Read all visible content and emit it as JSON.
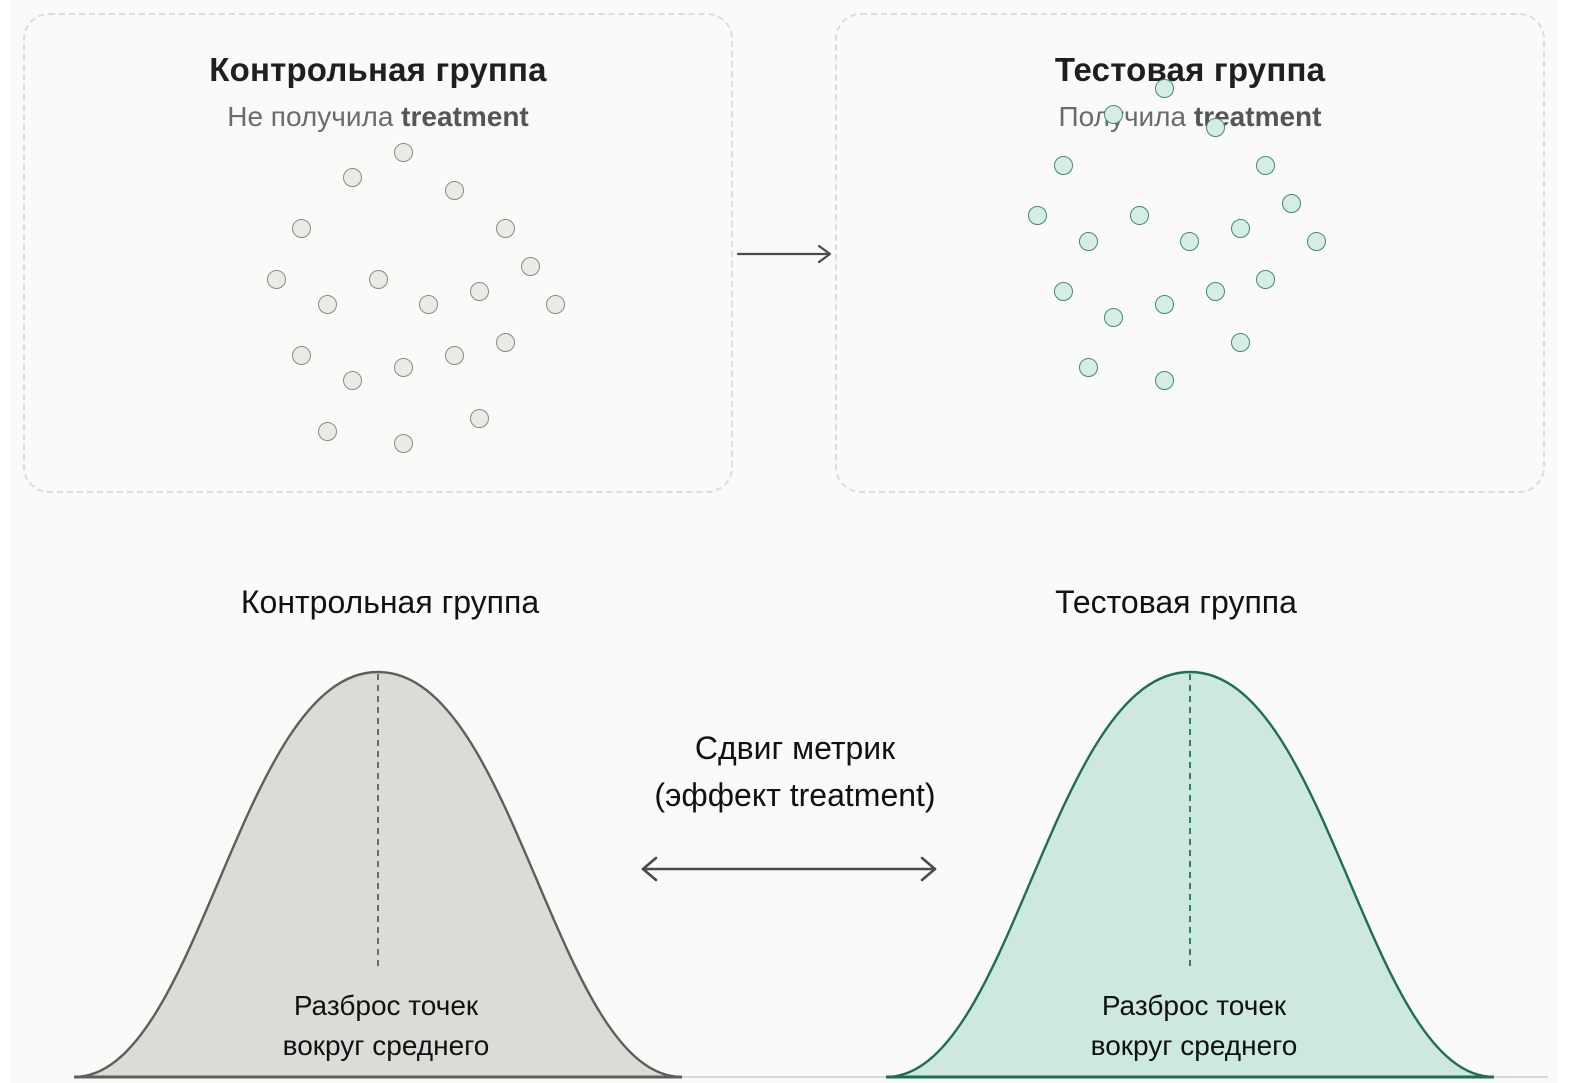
{
  "top": {
    "control": {
      "title": "Контрольная группа",
      "subtitle_prefix": "Не получила",
      "subtitle_term": "treatment"
    },
    "test": {
      "title": "Тестовая группа",
      "subtitle_prefix": "Получила",
      "subtitle_term": "treatment"
    }
  },
  "bottom": {
    "control_title": "Контрольная группа",
    "test_title": "Тестовая группа",
    "control_label_line1": "Разброс точек",
    "control_label_line2": "вокруг среднего",
    "test_label_line1": "Разброс точек",
    "test_label_line2": "вокруг среднего",
    "shift_line1": "Сдвиг метрик",
    "shift_line2": "(эффект treatment)"
  },
  "colors": {
    "control_fill": "#dcdcd7",
    "control_stroke": "#5e5e5b",
    "test_fill": "#cde8de",
    "test_stroke": "#1e6e57",
    "arrow": "#4a4a4a"
  }
}
